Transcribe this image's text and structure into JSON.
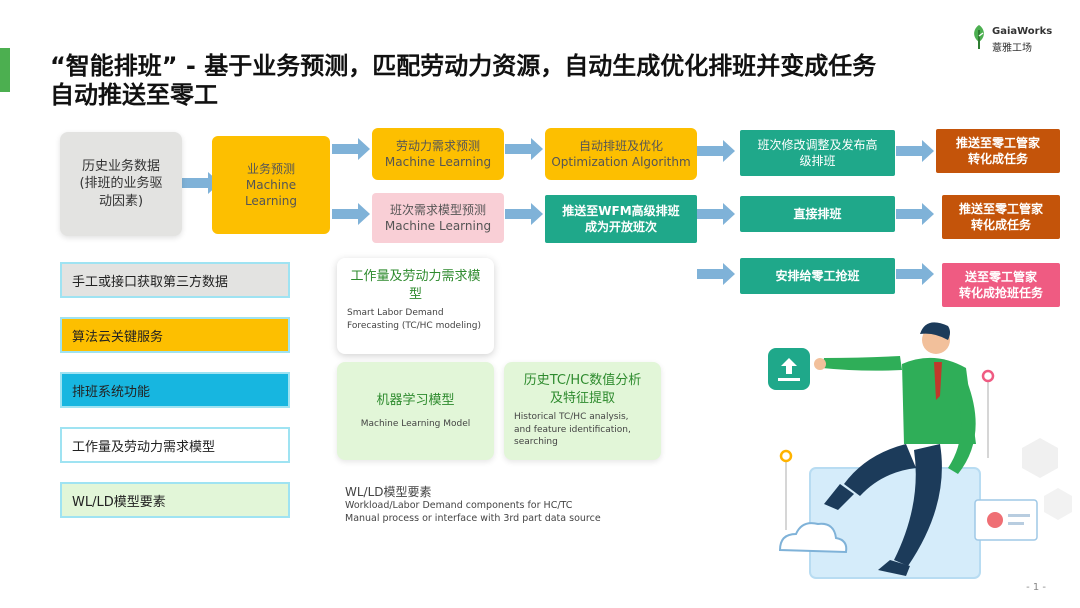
{
  "title": {
    "line1": "“智能排班” - 基于业务预测，匹配劳动力资源，自动生成优化排班并变成任务",
    "line2": "自动推送至零工"
  },
  "logo": {
    "name": "GaiaWorks",
    "cn": "薏雅工场",
    "color": "#4caf50"
  },
  "flow": {
    "history": {
      "l1": "历史业务数据",
      "l2": "(排班的业务驱",
      "l3": "动因素)"
    },
    "forecast": {
      "l1": "业务预测",
      "l2": "Machine",
      "l3": "Learning"
    },
    "labor_demand": {
      "l1": "劳动力需求预测",
      "l2": "Machine Learning"
    },
    "shift_demand": {
      "l1": "班次需求模型预测",
      "l2": "Machine Learning"
    },
    "auto_schedule": {
      "l1": "自动排班及优化",
      "l2": "Optimization Algorithm"
    },
    "push_wfm": {
      "l1": "推送至WFM高级排班",
      "l2": "成为开放班次"
    },
    "shift_modify": {
      "l1": "班次修改调整及发布高",
      "l2": "级排班"
    },
    "direct_schedule": {
      "l1": "直接排班"
    },
    "gig_grab": {
      "l1": "安排给零工抢班"
    },
    "out1": {
      "l1": "推送至零工管家",
      "l2": "转化成任务"
    },
    "out2": {
      "l1": "推送至零工管家",
      "l2": "转化成任务"
    },
    "out3": {
      "l1": "送至零工管家",
      "l2": "转化成抢班任务"
    }
  },
  "legend": [
    "手工或接口获取第三方数据",
    "算法云关键服务",
    "排班系统功能",
    "工作量及劳动力需求模型",
    "WL/LD模型要素"
  ],
  "cards": {
    "demand_model": {
      "title1": "工作量及劳动力需求模",
      "title2": "型",
      "desc1": "Smart Labor Demand",
      "desc2": "Forecasting (TC/HC modeling)"
    },
    "ml_model": {
      "title": "机器学习模型",
      "desc": "Machine Learning Model"
    },
    "history_analysis": {
      "title1": "历史TC/HC数值分析",
      "title2": "及特征提取",
      "desc1": "Historical TC/HC analysis,",
      "desc2": "and feature identification,",
      "desc3": "searching"
    }
  },
  "notes": {
    "n1": "WL/LD模型要素",
    "n2": "Workload/Labor Demand components for HC/TC",
    "n3": "Manual process or interface with 3rd part data source"
  },
  "page": {
    "number": "- 1 -"
  },
  "colors": {
    "accent": "#4caf50",
    "yellow": "#fdbf00",
    "teal": "#1fa88a",
    "orange": "#c4540a",
    "rose": "#ef5b82",
    "arrow": "#7fb2d8"
  }
}
